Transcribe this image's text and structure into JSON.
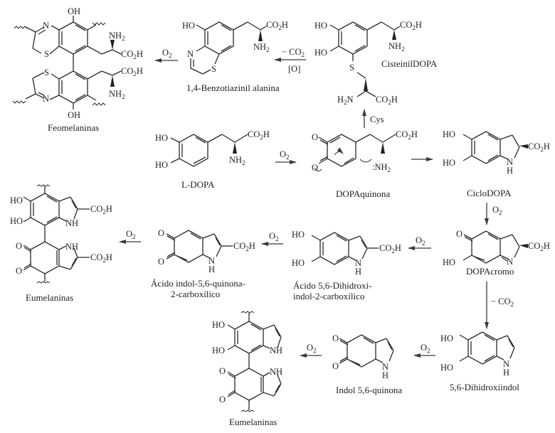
{
  "diagram": {
    "title": "Biosíntesis de melaninas",
    "compounds": {
      "l_dopa": {
        "name": "L-DOPA"
      },
      "dopaquinona": {
        "name": "DOPAquinona"
      },
      "ciclodopa": {
        "name": "CicloDOPA"
      },
      "dopacromo": {
        "name": "DOPAcromo"
      },
      "cisteinildopa": {
        "name": "CisteinilDOPA"
      },
      "benzotiazinil": {
        "name": "1,4-Benzotiazinil alanina"
      },
      "feomelaninas": {
        "name": "Feomelaninas"
      },
      "dhica": {
        "name_line1": "Ácido 5,6-Dihidroxi-",
        "name_line2": "indol-2-carboxílico"
      },
      "iqca": {
        "name_line1": "Ácido indol-5,6-quinona-",
        "name_line2": "2-carboxílico"
      },
      "eumelaninas_top": {
        "name": "Eumelaninas"
      },
      "dhi": {
        "name": "5,6-Dihidroxiindol"
      },
      "indolquinona": {
        "name": "Indol 5,6-quinona"
      },
      "eumelaninas_bottom": {
        "name": "Eumelaninas"
      }
    },
    "atoms": {
      "HO": "HO",
      "OH": "OH",
      "O": "O",
      "N": "N",
      "S": "S",
      "H": "H",
      "NH": "NH",
      "CO": "CO",
      "two": "2",
      "H_suffix": "H",
      "NH2_pre": "NH",
      "H2N": "H",
      "colonNH": ":NH"
    },
    "reactions": [
      {
        "from": "L-DOPA",
        "to": "DOPAquinona",
        "reagent": "O",
        "reagent_sub": "2"
      },
      {
        "from": "DOPAquinona",
        "to": "CicloDOPA",
        "reagent": ""
      },
      {
        "from": "DOPAquinona",
        "to": "CisteinilDOPA",
        "reagent": "Cys"
      },
      {
        "from": "CisteinilDOPA",
        "to": "1,4-Benzotiazinil alanina",
        "reagent": "− CO",
        "reagent_sub": "2",
        "reagent2": "[O]"
      },
      {
        "from": "1,4-Benzotiazinil alanina",
        "to": "Feomelaninas",
        "reagent": "O",
        "reagent_sub": "2"
      },
      {
        "from": "CicloDOPA",
        "to": "DOPAcromo",
        "reagent": "O",
        "reagent_sub": "2"
      },
      {
        "from": "DOPAcromo",
        "to": "Ácido 5,6-Dihidroxi-indol-2-carboxílico",
        "reagent": "O",
        "reagent_sub": "2"
      },
      {
        "from": "Ácido 5,6-Dihidroxi-indol-2-carboxílico",
        "to": "Ácido indol-5,6-quinona-2-carboxílico",
        "reagent": "O",
        "reagent_sub": "2"
      },
      {
        "from": "Ácido indol-5,6-quinona-2-carboxílico",
        "to": "Eumelaninas",
        "reagent": "O",
        "reagent_sub": "2"
      },
      {
        "from": "DOPAcromo",
        "to": "5,6-Dihidroxiindol",
        "reagent": "− CO",
        "reagent_sub": "2"
      },
      {
        "from": "5,6-Dihidroxiindol",
        "to": "Indol 5,6-quinona",
        "reagent": "O",
        "reagent_sub": "2"
      },
      {
        "from": "Indol 5,6-quinona",
        "to": "Eumelaninas",
        "reagent": "O",
        "reagent_sub": "2"
      }
    ],
    "labels": {
      "o2": "O",
      "sub2": "2",
      "minus_co2": "− CO",
      "ox": "[O]",
      "cys": "Cys"
    }
  }
}
